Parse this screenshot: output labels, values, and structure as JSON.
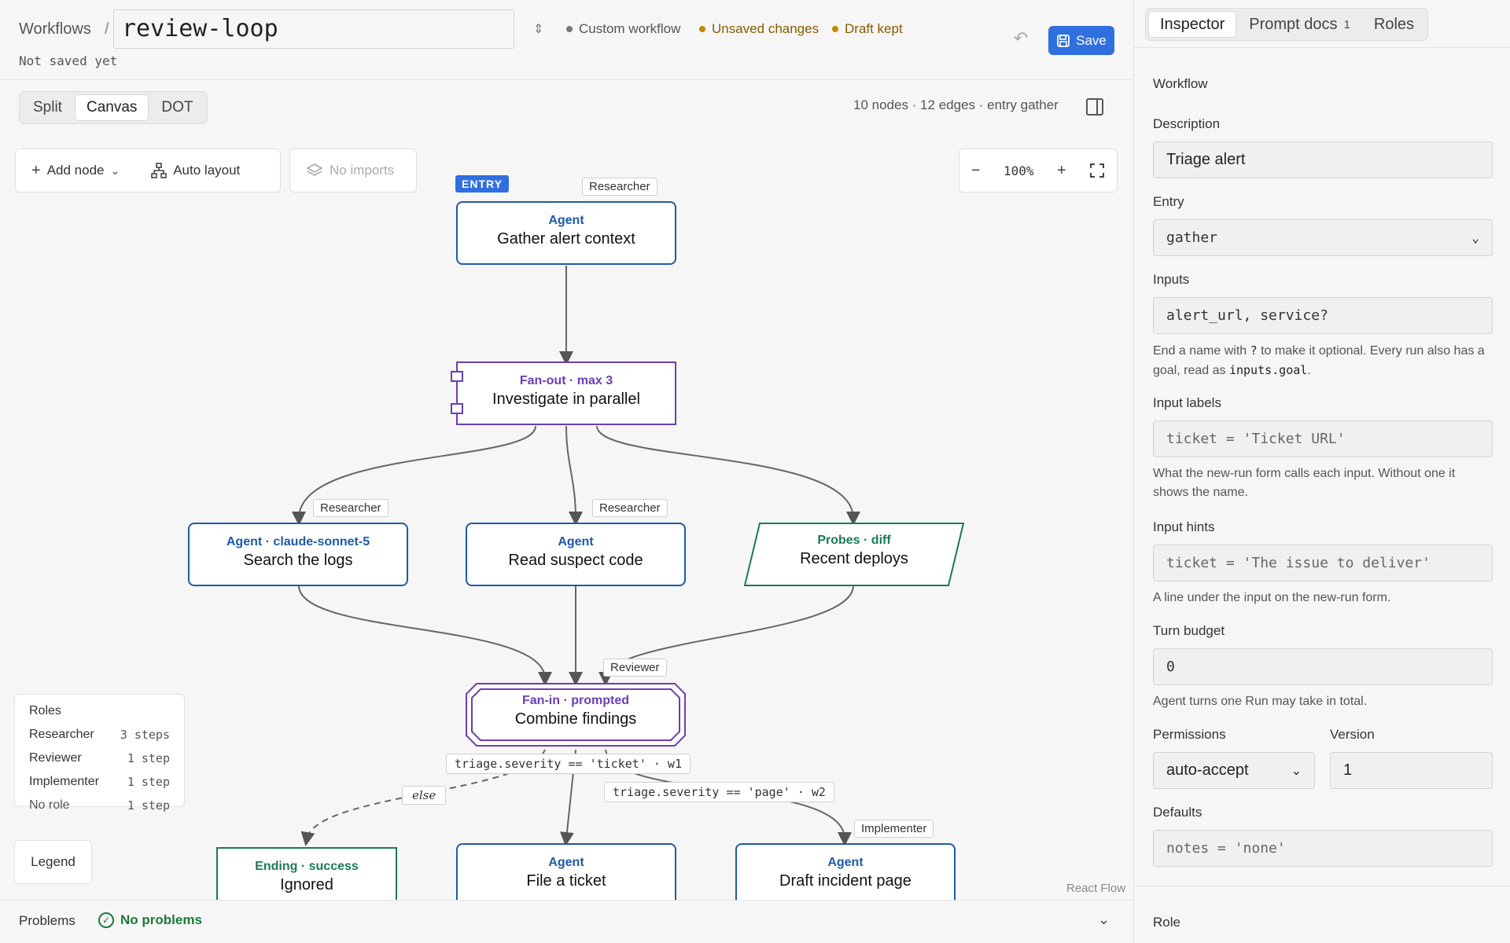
{
  "header": {
    "breadcrumb": "Workflows",
    "separator": "/",
    "workflow_name": "review-loop",
    "save_state": "Not saved yet",
    "status": {
      "custom": "Custom workflow",
      "unsaved": "Unsaved changes",
      "draft": "Draft kept"
    },
    "save_label": "Save"
  },
  "view_tabs": [
    "Split",
    "Canvas",
    "DOT"
  ],
  "view_active": "Canvas",
  "graph_stats": "10 nodes · 12 edges · entry gather",
  "canvas_toolbar": {
    "add_node": "Add node",
    "auto_layout": "Auto layout",
    "no_imports": "No imports",
    "zoom": "100%"
  },
  "nodes": {
    "gather": {
      "type": "Agent",
      "title": "Gather alert context",
      "role": "Researcher",
      "entry": "ENTRY"
    },
    "parallel": {
      "type": "Fan-out · max 3",
      "title": "Investigate in parallel"
    },
    "logs": {
      "type": "Agent · claude-sonnet-5",
      "title": "Search the logs",
      "role": "Researcher"
    },
    "code": {
      "type": "Agent",
      "title": "Read suspect code",
      "role": "Researcher"
    },
    "deploys": {
      "type": "Probes · diff",
      "title": "Recent deploys"
    },
    "combine": {
      "type": "Fan-in · prompted",
      "title": "Combine findings",
      "role": "Reviewer"
    },
    "ignored": {
      "type": "Ending · success",
      "title": "Ignored"
    },
    "ticket": {
      "type": "Agent",
      "title": "File a ticket"
    },
    "incident": {
      "type": "Agent",
      "title": "Draft incident page",
      "role": "Implementer"
    }
  },
  "edge_labels": {
    "ticket": "triage.severity == 'ticket' · w1",
    "page": "triage.severity == 'page' · w2",
    "else": "else"
  },
  "roles_summary": {
    "title": "Roles",
    "rows": [
      {
        "name": "Researcher",
        "count": "3 steps"
      },
      {
        "name": "Reviewer",
        "count": "1 step"
      },
      {
        "name": "Implementer",
        "count": "1 step"
      },
      {
        "name": "No role",
        "count": "1 step"
      }
    ]
  },
  "legend_label": "Legend",
  "react_flow_attribution": "React Flow",
  "problems": {
    "title": "Problems",
    "status": "No problems"
  },
  "panel": {
    "tabs": [
      "Inspector",
      "Prompt docs",
      "Roles"
    ],
    "prompt_docs_badge": "1",
    "section": "Workflow",
    "description_label": "Description",
    "description_value": "Triage alert",
    "entry_label": "Entry",
    "entry_value": "gather",
    "inputs_label": "Inputs",
    "inputs_value": "alert_url, service?",
    "inputs_help_1": "End a name with ",
    "inputs_help_q": "?",
    "inputs_help_2": " to make it optional. Every run also has a goal, read as ",
    "inputs_help_code": "inputs.goal",
    "inputs_help_3": ".",
    "input_labels_label": "Input labels",
    "input_labels_placeholder": "ticket = 'Ticket URL'",
    "input_labels_help": "What the new-run form calls each input. Without one it shows the name.",
    "input_hints_label": "Input hints",
    "input_hints_placeholder": "ticket = 'The issue to deliver'",
    "input_hints_help": "A line under the input on the new-run form.",
    "turn_budget_label": "Turn budget",
    "turn_budget_value": "0",
    "turn_budget_help": "Agent turns one Run may take in total.",
    "permissions_label": "Permissions",
    "permissions_value": "auto-accept",
    "version_label": "Version",
    "version_value": "1",
    "defaults_label": "Defaults",
    "defaults_placeholder": "notes = 'none'",
    "role_section": "Role"
  },
  "colors": {
    "accent": "#2f6fdf",
    "agent": "#1e5aa8",
    "fan": "#6a3fb5",
    "probe": "#1b7a55",
    "warning": "#c08a00",
    "ok": "#1b7a3a"
  }
}
